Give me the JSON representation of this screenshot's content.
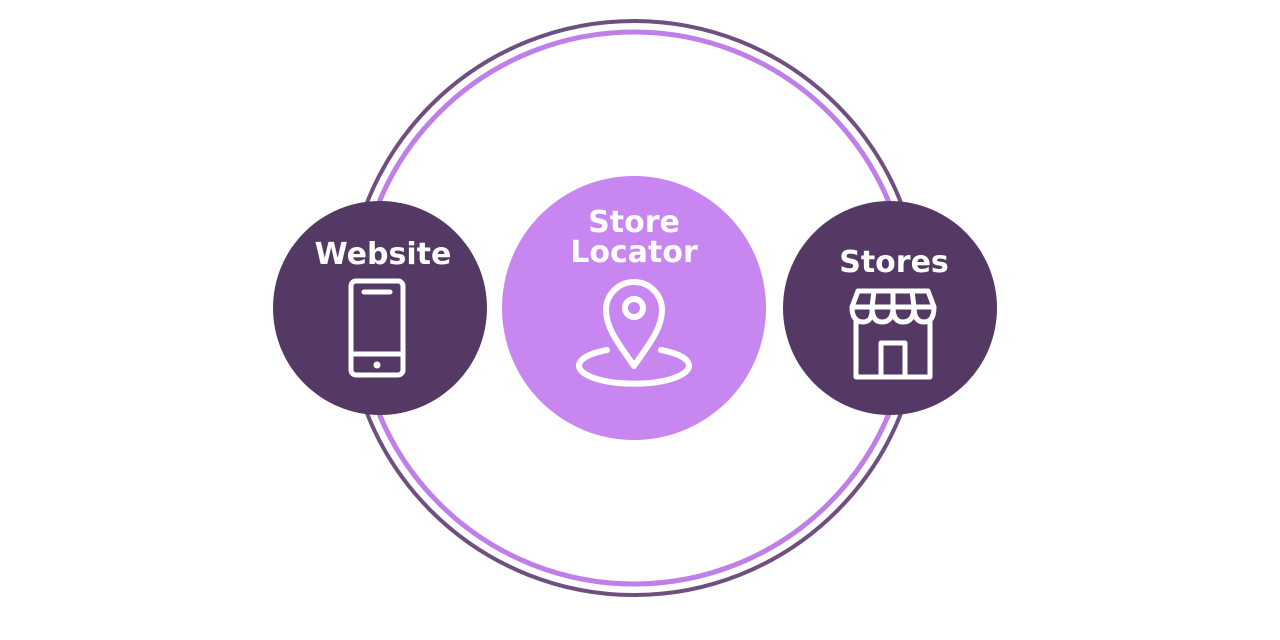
{
  "colors": {
    "dark_purple": "#553965",
    "light_purple": "#c786f0",
    "ring_outer": "#6e4f80",
    "ring_inner": "#c07ee8",
    "icon": "#ffffff",
    "background": "#ffffff"
  },
  "nodes": {
    "website": {
      "label": "Website",
      "icon": "smartphone-icon"
    },
    "store_locator": {
      "label_line1": "Store",
      "label_line2": "Locator",
      "icon": "location-pin-icon"
    },
    "stores": {
      "label": "Stores",
      "icon": "storefront-icon"
    }
  }
}
